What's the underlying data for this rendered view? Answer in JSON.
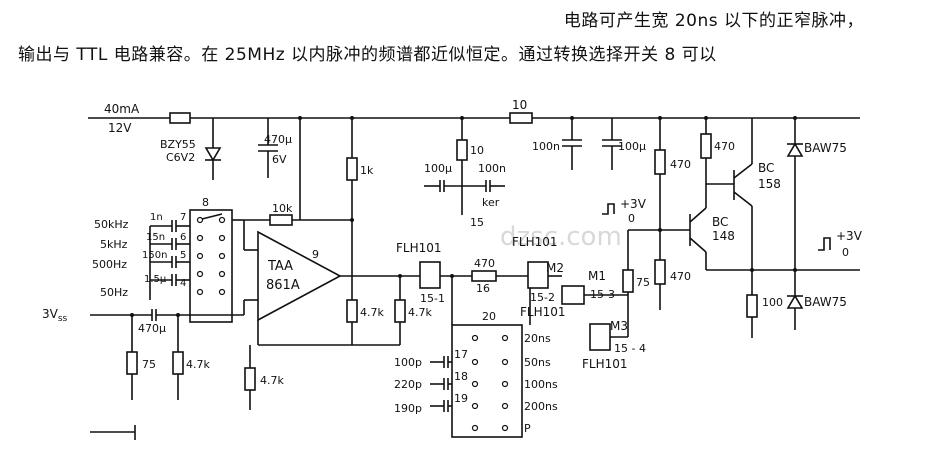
{
  "intro": {
    "line1": "电路可产生宽 20ns 以下的正窄脉冲，",
    "line2": "输出与 TTL 电路兼容。在 25MHz 以内脉冲的频谱都近似恒定。通过转换选择开关 8 可以"
  },
  "supply": {
    "current": "40mA",
    "voltage": "12V"
  },
  "labels": {
    "zener": "BZY55",
    "zener_value": "C6V2",
    "cap_470u": "470μ",
    "cap_6v": "6V",
    "r_1k": "1k",
    "r_10k": "10k",
    "r_10_top": "10",
    "r_10_mid": "10",
    "switch8": "8",
    "f1": "50kHz",
    "f2": "5kHz",
    "f3": "500Hz",
    "f4": "50Hz",
    "c1": "1n",
    "c2": "15n",
    "c3": "150n",
    "c4": "1.5μ",
    "p7": "7",
    "p6": "6",
    "p5": "5",
    "p4": "4",
    "taa1": "TAA",
    "taa2": "861A",
    "pin9": "9",
    "vss": "3V",
    "vss_sub": "ss",
    "cap_470u_in": "470μ",
    "r75_in": "75",
    "r47k_in": "4.7k",
    "r47k_fb": "4.7k",
    "r47k_a": "4.7k",
    "r47k_b": "4.7k",
    "c100u": "100μ",
    "c100n": "100n",
    "ker": "ker",
    "n15": "15",
    "flh_a": "FLH101",
    "flh_b": "FLH101",
    "flh_c": "FLH101",
    "flh_d": "FLH101",
    "g151": "15-1",
    "r470_mid": "470",
    "n16": "16",
    "m2": "M2",
    "m1": "M1",
    "g152": "15-2",
    "g153": "15-3",
    "m3": "M3",
    "g154": "15 - 4",
    "sw20": "20",
    "ns20": "20ns",
    "ns50": "50ns",
    "ns100": "100ns",
    "ns200": "200ns",
    "p": "P",
    "c100p": "100p",
    "c220p": "220p",
    "c190p": "190p",
    "n17": "17",
    "n18": "18",
    "n19": "19",
    "c100n_b": "100n",
    "c100u_b": "100μ",
    "r470_a": "470",
    "r470_b": "470",
    "r470_c": "470",
    "r75_out": "75",
    "r100": "100",
    "plus3v_a": "+3V",
    "zero_a": "0",
    "plus3v_b": "+3V",
    "zero_b": "0",
    "bc148a": "BC",
    "bc148b": "148",
    "bc158a": "BC",
    "bc158b": "158",
    "baw_top": "BAW75",
    "baw_bot": "BAW75"
  },
  "watermark": "dzsc.com"
}
